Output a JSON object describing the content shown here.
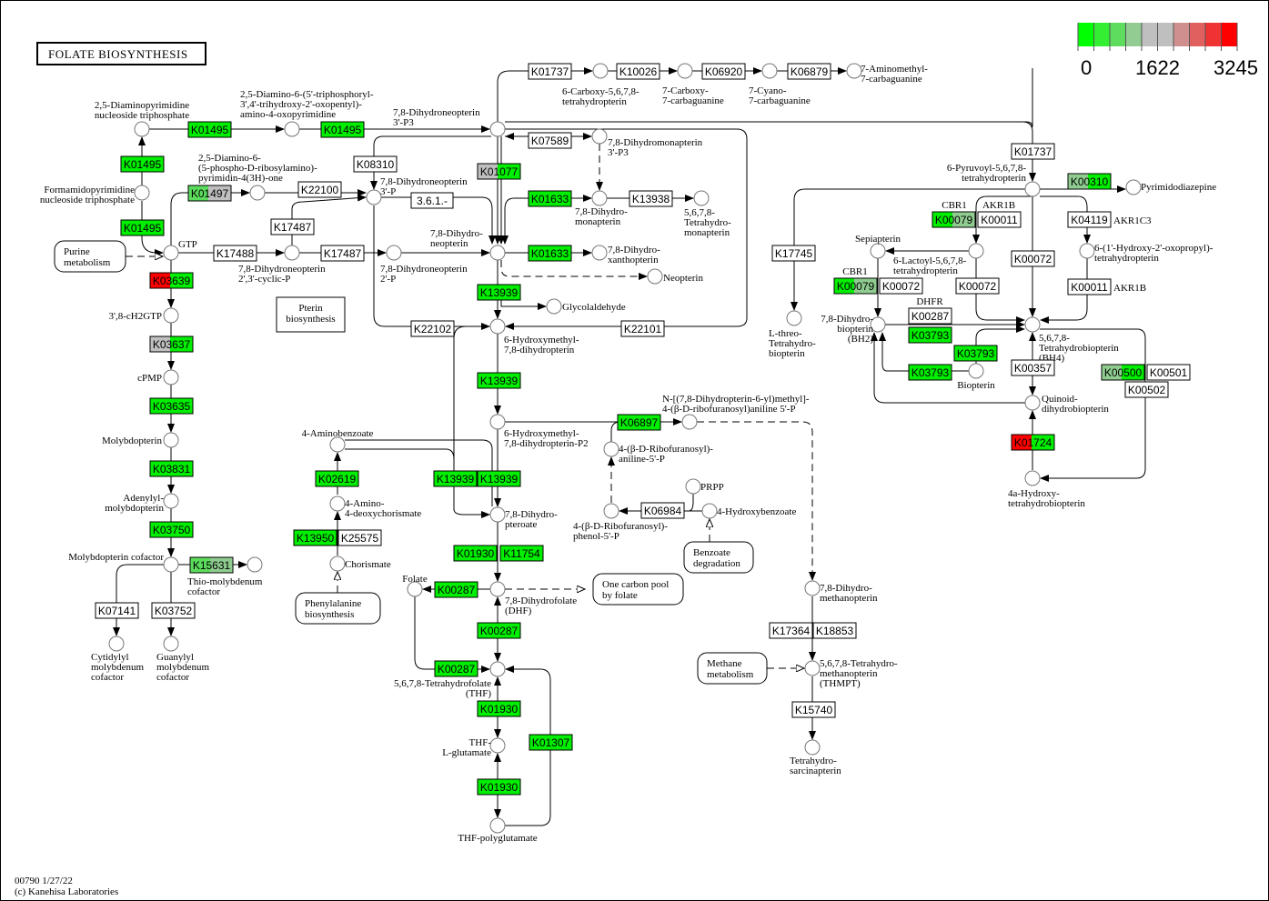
{
  "title": "FOLATE BIOSYNTHESIS",
  "legend": {
    "colors": [
      "#00ff00",
      "#33ee33",
      "#5edc5e",
      "#93cc93",
      "#bfbfbf",
      "#bfbfbf",
      "#cf8f8f",
      "#e06060",
      "#ef3333",
      "#ff0000"
    ],
    "min_label": "0",
    "mid_label": "1622",
    "max_label": "3245"
  },
  "colors": {
    "green": "#00ee00",
    "midgreen": "#5cdc5c",
    "palegreen": "#8fcc8f",
    "gray": "#bfbfbf",
    "red": "#ff0000",
    "white": "#ffffff"
  },
  "footer": {
    "line1": "00790 1/27/22",
    "line2": "(c) Kanehisa Laboratories"
  },
  "map_links": [
    {
      "id": "purine",
      "lines": [
        "Purine",
        "metabolism"
      ]
    },
    {
      "id": "pterin",
      "lines": [
        "Pterin",
        "biosynthesis"
      ]
    },
    {
      "id": "phenylalanine",
      "lines": [
        "Phenylalanine",
        "biosynthesis"
      ]
    },
    {
      "id": "benzoate",
      "lines": [
        "Benzoate",
        "degradation"
      ]
    },
    {
      "id": "onecarbon",
      "lines": [
        "One carbon pool",
        "by folate"
      ]
    },
    {
      "id": "methane",
      "lines": [
        "Methane",
        "metabolism"
      ]
    }
  ],
  "enzymes": [
    {
      "id": "e1",
      "label": "K01495",
      "fill": [
        "green"
      ]
    },
    {
      "id": "e2",
      "label": "K01495",
      "fill": [
        "green"
      ]
    },
    {
      "id": "e3",
      "label": "K01495",
      "fill": [
        "green"
      ]
    },
    {
      "id": "e4",
      "label": "K01495",
      "fill": [
        "green"
      ]
    },
    {
      "id": "e5",
      "label": "K01497",
      "fill": [
        "midgreen",
        "gray"
      ]
    },
    {
      "id": "e6",
      "label": "K22100",
      "fill": [
        "white"
      ]
    },
    {
      "id": "e7",
      "label": "K08310",
      "fill": [
        "white"
      ]
    },
    {
      "id": "e8",
      "label": "K17487",
      "fill": [
        "white"
      ]
    },
    {
      "id": "e9",
      "label": "K17488",
      "fill": [
        "white"
      ]
    },
    {
      "id": "e10",
      "label": "K17487",
      "fill": [
        "white"
      ]
    },
    {
      "id": "e11",
      "label": "3.6.1.-",
      "fill": [
        "white"
      ]
    },
    {
      "id": "e12",
      "label": "K01077",
      "fill": [
        "gray",
        "green"
      ]
    },
    {
      "id": "e13",
      "label": "K07589",
      "fill": [
        "white"
      ]
    },
    {
      "id": "e14",
      "label": "K01633",
      "fill": [
        "green"
      ]
    },
    {
      "id": "e15",
      "label": "K13938",
      "fill": [
        "white"
      ]
    },
    {
      "id": "e16",
      "label": "K01633",
      "fill": [
        "green"
      ]
    },
    {
      "id": "e17",
      "label": "K13939",
      "fill": [
        "green"
      ]
    },
    {
      "id": "e18",
      "label": "K22102",
      "fill": [
        "white"
      ]
    },
    {
      "id": "e19",
      "label": "K22101",
      "fill": [
        "white"
      ]
    },
    {
      "id": "e20",
      "label": "K01737",
      "fill": [
        "white"
      ]
    },
    {
      "id": "e21",
      "label": "K10026",
      "fill": [
        "white"
      ]
    },
    {
      "id": "e22",
      "label": "K06920",
      "fill": [
        "white"
      ]
    },
    {
      "id": "e23",
      "label": "K06879",
      "fill": [
        "white"
      ]
    },
    {
      "id": "e24",
      "label": "K03639",
      "fill": [
        "red",
        "green"
      ]
    },
    {
      "id": "e25",
      "label": "K03637",
      "fill": [
        "gray",
        "green"
      ]
    },
    {
      "id": "e26",
      "label": "K03635",
      "fill": [
        "green"
      ]
    },
    {
      "id": "e27",
      "label": "K03831",
      "fill": [
        "green"
      ]
    },
    {
      "id": "e28",
      "label": "K03750",
      "fill": [
        "green"
      ]
    },
    {
      "id": "e29",
      "label": "K15631",
      "fill": [
        "midgreen",
        "palegreen"
      ]
    },
    {
      "id": "e30",
      "label": "K07141",
      "fill": [
        "white"
      ]
    },
    {
      "id": "e31",
      "label": "K03752",
      "fill": [
        "white"
      ]
    },
    {
      "id": "e32",
      "label": "K13939",
      "fill": [
        "green"
      ]
    },
    {
      "id": "e33",
      "label": "K06897",
      "fill": [
        "green"
      ]
    },
    {
      "id": "e34",
      "label": "K02619",
      "fill": [
        "green"
      ]
    },
    {
      "id": "e35",
      "label": "K13939",
      "fill": [
        "green"
      ]
    },
    {
      "id": "e36",
      "label": "K13939",
      "fill": [
        "green"
      ]
    },
    {
      "id": "e37",
      "label": "K13950",
      "fill": [
        "green"
      ]
    },
    {
      "id": "e38",
      "label": "K25575",
      "fill": [
        "white"
      ]
    },
    {
      "id": "e39",
      "label": "K01930",
      "fill": [
        "green"
      ]
    },
    {
      "id": "e40",
      "label": "K11754",
      "fill": [
        "green"
      ]
    },
    {
      "id": "e41",
      "label": "K00287",
      "fill": [
        "green"
      ]
    },
    {
      "id": "e42",
      "label": "K00287",
      "fill": [
        "green"
      ]
    },
    {
      "id": "e43",
      "label": "K00287",
      "fill": [
        "green"
      ]
    },
    {
      "id": "e44",
      "label": "K01930",
      "fill": [
        "green"
      ]
    },
    {
      "id": "e45",
      "label": "K01307",
      "fill": [
        "green"
      ]
    },
    {
      "id": "e46",
      "label": "K01930",
      "fill": [
        "green"
      ]
    },
    {
      "id": "e47",
      "label": "K06984",
      "fill": [
        "white"
      ]
    },
    {
      "id": "e48",
      "label": "K17364",
      "fill": [
        "white"
      ]
    },
    {
      "id": "e49",
      "label": "K18853",
      "fill": [
        "white"
      ]
    },
    {
      "id": "e50",
      "label": "K15740",
      "fill": [
        "white"
      ]
    },
    {
      "id": "e51",
      "label": "K01737",
      "fill": [
        "white"
      ]
    },
    {
      "id": "e52",
      "label": "K00310",
      "fill": [
        "palegreen",
        "green"
      ]
    },
    {
      "id": "e53",
      "label": "K00079",
      "fill": [
        "green",
        "palegreen"
      ]
    },
    {
      "id": "e54",
      "label": "K00011",
      "fill": [
        "white"
      ]
    },
    {
      "id": "e55",
      "label": "K04119",
      "fill": [
        "white"
      ]
    },
    {
      "id": "e56",
      "label": "K17745",
      "fill": [
        "white"
      ]
    },
    {
      "id": "e57",
      "label": "K00072",
      "fill": [
        "white"
      ]
    },
    {
      "id": "e58",
      "label": "K00079",
      "fill": [
        "green",
        "palegreen"
      ]
    },
    {
      "id": "e59",
      "label": "K00072",
      "fill": [
        "white"
      ]
    },
    {
      "id": "e60",
      "label": "K00072",
      "fill": [
        "white"
      ]
    },
    {
      "id": "e61",
      "label": "K00011",
      "fill": [
        "white"
      ]
    },
    {
      "id": "e62",
      "label": "K00287",
      "fill": [
        "white"
      ]
    },
    {
      "id": "e63",
      "label": "K03793",
      "fill": [
        "green"
      ]
    },
    {
      "id": "e64",
      "label": "K03793",
      "fill": [
        "green"
      ]
    },
    {
      "id": "e65",
      "label": "K03793",
      "fill": [
        "green"
      ]
    },
    {
      "id": "e66",
      "label": "K00357",
      "fill": [
        "white"
      ]
    },
    {
      "id": "e67",
      "label": "K00500",
      "fill": [
        "palegreen",
        "green"
      ]
    },
    {
      "id": "e68",
      "label": "K00501",
      "fill": [
        "white"
      ]
    },
    {
      "id": "e69",
      "label": "K00502",
      "fill": [
        "white"
      ]
    },
    {
      "id": "e70",
      "label": "K01724",
      "fill": [
        "red",
        "green"
      ]
    }
  ],
  "gene_labels": [
    {
      "id": "g1",
      "text": "CBR1"
    },
    {
      "id": "g2",
      "text": "AKR1B"
    },
    {
      "id": "g3",
      "text": "AKR1C3"
    },
    {
      "id": "g4",
      "text": "CBR1"
    },
    {
      "id": "g5",
      "text": "DHFR"
    },
    {
      "id": "g6",
      "text": "AKR1B"
    }
  ],
  "compounds": [
    {
      "id": "c1",
      "lines": [
        "2,5-Diaminopyrimidine",
        "nucleoside triphosphate"
      ]
    },
    {
      "id": "c2",
      "lines": [
        "Formamidopyrimidine",
        "nucleoside triphosphate"
      ]
    },
    {
      "id": "c3",
      "lines": [
        "GTP"
      ]
    },
    {
      "id": "c4",
      "lines": [
        "2,5-Diamino-6-(5'-triphosphoryl-",
        "3',4'-trihydroxy-2'-oxopentyl)-",
        "amino-4-oxopyrimidine"
      ]
    },
    {
      "id": "c5",
      "lines": [
        "2,5-Diamino-6-",
        "(5-phospho-D-ribosylamino)-",
        "pyrimidin-4(3H)-one"
      ]
    },
    {
      "id": "c6",
      "lines": [
        "7,8-Dihydroneopterin",
        "3'-P3"
      ]
    },
    {
      "id": "c7",
      "lines": [
        "7,8-Dihydroneopterin",
        "3'-P"
      ]
    },
    {
      "id": "c8",
      "lines": [
        "7,8-Dihydroneopterin",
        "2',3'-cyclic-P"
      ]
    },
    {
      "id": "c9",
      "lines": [
        "7,8-Dihydroneopterin",
        "2'-P"
      ]
    },
    {
      "id": "c10",
      "lines": [
        "7,8-Dihydro-",
        "neopterin"
      ]
    },
    {
      "id": "c11",
      "lines": [
        "7,8-Dihydromonapterin",
        "3'-P3"
      ]
    },
    {
      "id": "c12",
      "lines": [
        "7,8-Dihydro-",
        "monapterin"
      ]
    },
    {
      "id": "c13",
      "lines": [
        "5,6,7,8-",
        "Tetrahydro-",
        "monapterin"
      ]
    },
    {
      "id": "c14",
      "lines": [
        "7,8-Dihydro-",
        "xanthopterin"
      ]
    },
    {
      "id": "c15",
      "lines": [
        "Neopterin"
      ]
    },
    {
      "id": "c16",
      "lines": [
        "Glycolaldehyde"
      ]
    },
    {
      "id": "c17",
      "lines": [
        "6-Hydroxymethyl-",
        "7,8-dihydropterin"
      ]
    },
    {
      "id": "c18",
      "lines": [
        "6-Carboxy-5,6,7,8-",
        "tetrahydropterin"
      ]
    },
    {
      "id": "c19",
      "lines": [
        "7-Carboxy-",
        "7-carbaguanine"
      ]
    },
    {
      "id": "c20",
      "lines": [
        "7-Cyano-",
        "7-carbaguanine"
      ]
    },
    {
      "id": "c21",
      "lines": [
        "7-Aminomethyl-",
        "7-carbaguanine"
      ]
    },
    {
      "id": "c22",
      "lines": [
        "3',8-cH2GTP"
      ]
    },
    {
      "id": "c23",
      "lines": [
        "cPMP"
      ]
    },
    {
      "id": "c24",
      "lines": [
        "Molybdopterin"
      ]
    },
    {
      "id": "c25",
      "lines": [
        "Adenylyl-",
        "molybdopterin"
      ]
    },
    {
      "id": "c26",
      "lines": [
        "Molybdopterin cofactor"
      ]
    },
    {
      "id": "c27",
      "lines": [
        "Thio-molybdenum",
        "cofactor"
      ]
    },
    {
      "id": "c28",
      "lines": [
        "Cytidylyl",
        "molybdenum",
        "cofactor"
      ]
    },
    {
      "id": "c29",
      "lines": [
        "Guanylyl",
        "molybdenum",
        "cofactor"
      ]
    },
    {
      "id": "c30",
      "lines": [
        "6-Hydroxymethyl-",
        "7,8-dihydropterin-P2"
      ]
    },
    {
      "id": "c31",
      "lines": [
        "N-[(7,8-Dihydropterin-6-yl)methyl]-",
        "4-(β-D-ribofuranosyl)aniline 5'-P"
      ]
    },
    {
      "id": "c32",
      "lines": [
        "4-Aminobenzoate"
      ]
    },
    {
      "id": "c33",
      "lines": [
        "4-Amino-",
        "4-deoxychorismate"
      ]
    },
    {
      "id": "c34",
      "lines": [
        "Chorismate"
      ]
    },
    {
      "id": "c35",
      "lines": [
        "7,8-Dihydro-",
        "pteroate"
      ]
    },
    {
      "id": "c36",
      "lines": [
        "4-(β-D-Ribofuranosyl)-",
        "aniline-5'-P"
      ]
    },
    {
      "id": "c37",
      "lines": [
        "PRPP"
      ]
    },
    {
      "id": "c38",
      "lines": [
        "4-(β-D-Ribofuranosyl)-",
        "phenol-5'-P"
      ]
    },
    {
      "id": "c39",
      "lines": [
        "4-Hydroxybenzoate"
      ]
    },
    {
      "id": "c40",
      "lines": [
        "Folate"
      ]
    },
    {
      "id": "c41",
      "lines": [
        "7,8-Dihydrofolate",
        "(DHF)"
      ]
    },
    {
      "id": "c42",
      "lines": [
        "5,6,7,8-Tetrahydrofolate",
        "(THF)"
      ]
    },
    {
      "id": "c43",
      "lines": [
        "THF-",
        "L-glutamate"
      ]
    },
    {
      "id": "c44",
      "lines": [
        "THF-polyglutamate"
      ]
    },
    {
      "id": "c45",
      "lines": [
        "7,8-Dihydro-",
        "methanopterin"
      ]
    },
    {
      "id": "c46",
      "lines": [
        "5,6,7,8-Tetrahydro-",
        "methanopterin",
        "(THMPT)"
      ]
    },
    {
      "id": "c47",
      "lines": [
        "Tetrahydro-",
        "sarcinapterin"
      ]
    },
    {
      "id": "c48",
      "lines": [
        "6-Pyruvoyl-5,6,7,8-",
        "tetrahydropterin"
      ]
    },
    {
      "id": "c49",
      "lines": [
        "Pyrimidodiazepine"
      ]
    },
    {
      "id": "c50",
      "lines": [
        "Sepiapterin"
      ]
    },
    {
      "id": "c51",
      "lines": [
        "6-Lactoyl-5,6,7,8-",
        "tetrahydropterin"
      ]
    },
    {
      "id": "c52",
      "lines": [
        "6-(1'-Hydroxy-2'-oxopropyl)-",
        "tetrahydropterin"
      ]
    },
    {
      "id": "c53",
      "lines": [
        "L-threo-",
        "Tetrahydro-",
        "biopterin"
      ]
    },
    {
      "id": "c54",
      "lines": [
        "7,8-Dihydro-",
        "biopterin",
        "(BH2)"
      ]
    },
    {
      "id": "c55",
      "lines": [
        "5,6,7,8-",
        "Tetrahydrobiopterin",
        "(BH4)"
      ]
    },
    {
      "id": "c56",
      "lines": [
        "Biopterin"
      ]
    },
    {
      "id": "c57",
      "lines": [
        "Quinoid-",
        "dihydrobiopterin"
      ]
    },
    {
      "id": "c58",
      "lines": [
        "4a-Hydroxy-",
        "tetrahydrobiopterin"
      ]
    }
  ]
}
